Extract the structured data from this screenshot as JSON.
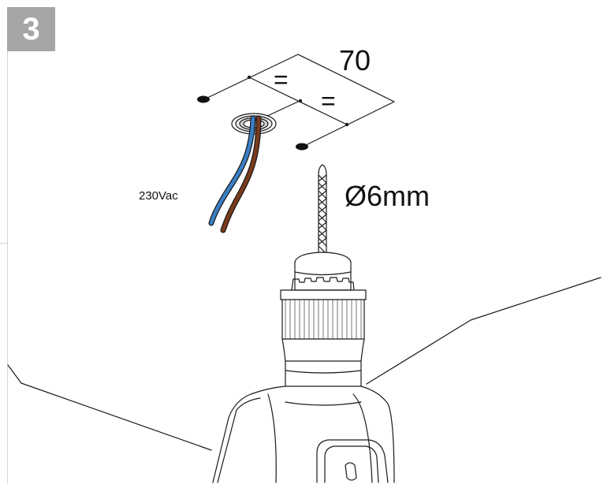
{
  "step": {
    "number": "3"
  },
  "labels": {
    "spacing_total": "70",
    "equal_1": "=",
    "equal_2": "=",
    "drill_bit_size": "Ø6mm",
    "supply_voltage": "230Vac"
  },
  "colors": {
    "badge_bg": "#a6a6a6",
    "wire_neutral": "#3a7fc4",
    "wire_live": "#7a3b1c",
    "line": "#1a1a1a"
  }
}
